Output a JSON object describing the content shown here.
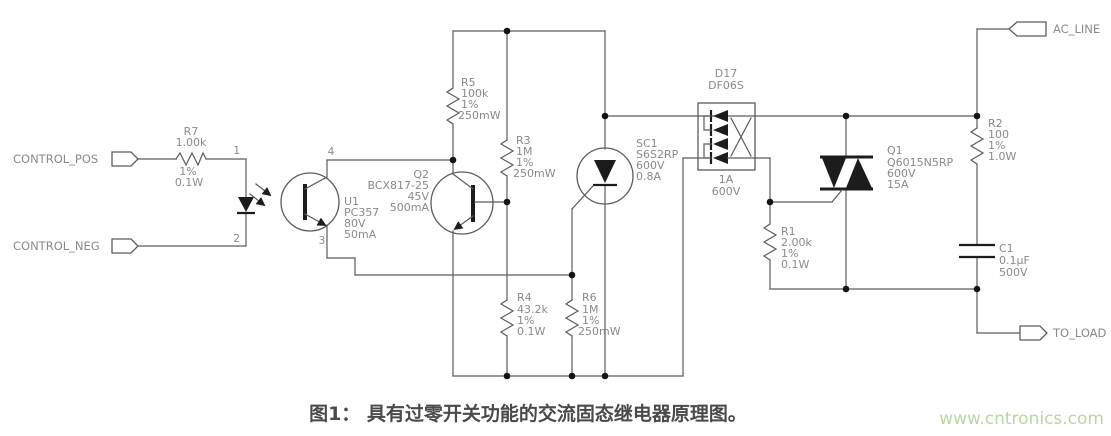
{
  "figure": {
    "caption": "图1： 具有过零开关功能的交流固态继电器原理图。",
    "watermark": "www.cntronics.com"
  },
  "terminals": {
    "control_pos": "CONTROL_POS",
    "control_neg": "CONTROL_NEG",
    "ac_line": "AC_LINE",
    "to_load": "TO_LOAD"
  },
  "pins": {
    "led_anode": "1",
    "led_cathode": "2",
    "photo_collector": "4",
    "photo_emitter": "3"
  },
  "components": {
    "r7": {
      "ref": "R7",
      "value": "1.00k",
      "tolerance": "1%",
      "power": "0.1W"
    },
    "u1": {
      "ref": "U1",
      "part": "PC357",
      "voltage": "80V",
      "current": "50mA"
    },
    "q2": {
      "ref": "Q2",
      "part": "BCX817-25",
      "voltage": "45V",
      "current": "500mA"
    },
    "r5": {
      "ref": "R5",
      "value": "100k",
      "tolerance": "1%",
      "power": "250mW"
    },
    "r3": {
      "ref": "R3",
      "value": "1M",
      "tolerance": "1%",
      "power": "250mW"
    },
    "r4": {
      "ref": "R4",
      "value": "43.2k",
      "tolerance": "1%",
      "power": "0.1W"
    },
    "r6": {
      "ref": "R6",
      "value": "1M",
      "tolerance": "1%",
      "power": "250mW"
    },
    "sc1": {
      "ref": "SC1",
      "part": "S6S2RP",
      "voltage": "600V",
      "current": "0.8A"
    },
    "d17": {
      "ref": "D17",
      "part": "DF06S",
      "current": "1A",
      "voltage": "600V"
    },
    "q1": {
      "ref": "Q1",
      "part": "Q6015N5RP",
      "voltage": "600V",
      "current": "15A"
    },
    "r1": {
      "ref": "R1",
      "value": "2.00k",
      "tolerance": "1%",
      "power": "0.1W"
    },
    "r2": {
      "ref": "R2",
      "value": "100",
      "tolerance": "1%",
      "power": "1.0W"
    },
    "c1": {
      "ref": "C1",
      "value": "0.1µF",
      "voltage": "500V"
    }
  },
  "colors": {
    "wire": "#5c5c5c",
    "symbol_fill": "#1c1c1c",
    "label": "#8a8a8a",
    "caption": "#4a4a4a",
    "watermark": "#b6d9a1",
    "background": "#ffffff"
  }
}
